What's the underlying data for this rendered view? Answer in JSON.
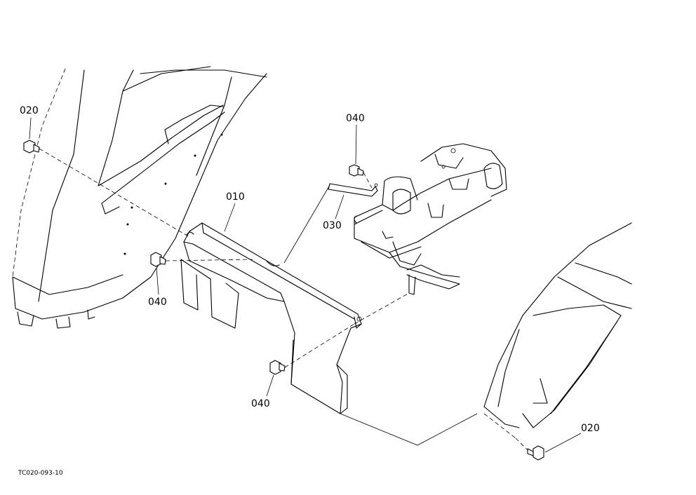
{
  "callouts": {
    "c020_left": "020",
    "c040_top": "040",
    "c010": "010",
    "c030": "030",
    "c040_mid": "040",
    "c040_bottom": "040",
    "c020_right": "020"
  },
  "drawing_code": "TC020-093-10"
}
